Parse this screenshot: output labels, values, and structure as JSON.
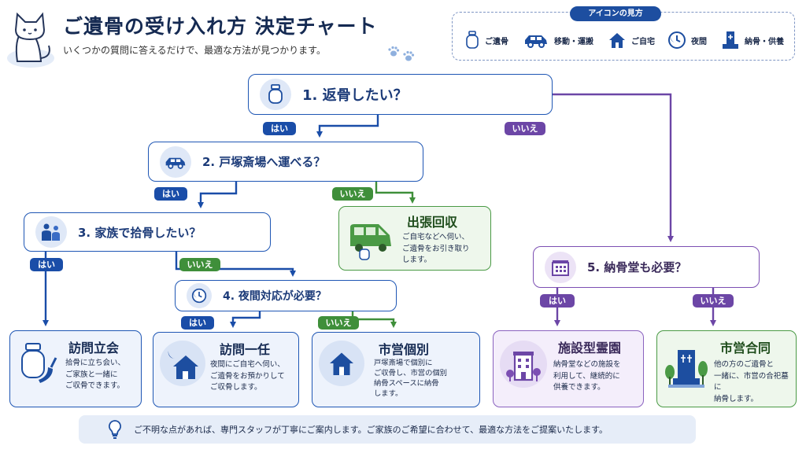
{
  "header": {
    "title": "ご遺骨の受け入れ方 決定チャート",
    "subtitle": "いくつかの質問に答えるだけで、最適な方法が見つかります。"
  },
  "legend": {
    "title": "アイコンの見方",
    "items": [
      {
        "icon": "urn-icon",
        "label": "ご遺骨"
      },
      {
        "icon": "car-icon",
        "label": "移動・運搬"
      },
      {
        "icon": "house-icon",
        "label": "ご自宅"
      },
      {
        "icon": "night-clock-icon",
        "label": "夜間"
      },
      {
        "icon": "grave-icon",
        "label": "納骨・供養"
      }
    ]
  },
  "questions": [
    {
      "id": "q1",
      "label": "1. 返骨したい？",
      "icon": "urn-icon"
    },
    {
      "id": "q2",
      "label": "2. 戸塚斎場へ運べる？",
      "icon": "car-icon"
    },
    {
      "id": "q3",
      "label": "3. 家族で拾骨したい？",
      "icon": "family-icon"
    },
    {
      "id": "q4",
      "label": "4. 夜間対応が必要？",
      "icon": "moon-icon"
    },
    {
      "id": "q5",
      "label": "5. 納骨堂も必要？",
      "icon": "facility-icon"
    }
  ],
  "answers": {
    "yes": "はい",
    "no": "いいえ"
  },
  "results": [
    {
      "id": "r_shutcho",
      "title": "出張回収",
      "text": "ご自宅などへ伺い、\nご遺骨をお引き取り\nします。",
      "icon": "van-icon",
      "color": "#4a9a45"
    },
    {
      "id": "r_houmon_tachiai",
      "title": "訪問立会",
      "text": "拾骨に立ち会い、\nご家族と一緒に\nご収骨できます。",
      "icon": "urn-scoop-icon",
      "color": "#1e56b4"
    },
    {
      "id": "r_houmon_ichinin",
      "title": "訪問一任",
      "text": "夜間にご自宅へ伺い、\nご遺骨をお預かりして\nご収骨します。",
      "icon": "night-house-icon",
      "color": "#1e56b4"
    },
    {
      "id": "r_shiei_kobetsu",
      "title": "市営個別",
      "text": "戸塚斎場で個別に\nご収骨し、市営の個別\n納骨スペースに納骨\nします。",
      "icon": "house-icon",
      "color": "#1e56b4"
    },
    {
      "id": "r_shisetsu",
      "title": "施設型霊園",
      "text": "納骨堂などの施設を\n利用して、継続的に\n供養できます。",
      "icon": "building-icon",
      "color": "#8a62bf"
    },
    {
      "id": "r_shiei_goudou",
      "title": "市営合同",
      "text": "他の方のご遺骨と\n一緒に、市営の合祀墓に\n納骨します。",
      "icon": "grave-icon",
      "color": "#4a9a45"
    }
  ],
  "footer": {
    "icon": "lightbulb-icon",
    "text": "ご不明な点があれば、専門スタッフが丁寧にご案内します。ご家族のご希望に合わせて、最適な方法をご提案いたします。"
  },
  "colors": {
    "primary_blue": "#1e56b4",
    "yes_blue": "#1a4da8",
    "no_green": "#3f8f3a",
    "purple": "#7c4fb3",
    "title_navy": "#152a52"
  }
}
